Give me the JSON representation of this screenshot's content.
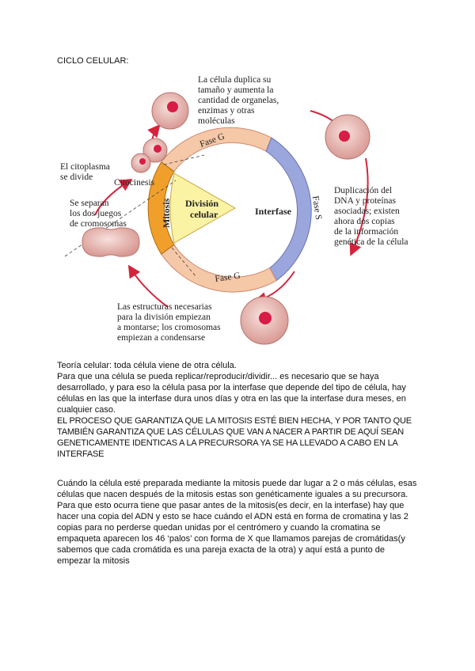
{
  "title": "CICLO CELULAR:",
  "diagram": {
    "labels": {
      "duplica": [
        "La célula duplica su",
        "tamaño y aumenta la",
        "cantidad de organelas,",
        "enzimas y otras",
        "moléculas"
      ],
      "citoplasma": [
        "El citoplasma",
        "se divide"
      ],
      "citocinesis": "Citocinesis",
      "separan": [
        "Se separan",
        "los dos juegos",
        "de cromosomas"
      ],
      "division": [
        "División",
        "celular"
      ],
      "mitosis": "Mitosis",
      "interfase": "Interfase",
      "fase_g_top": "Fase G",
      "fase_s": "Fase S",
      "fase_g_bottom": "Fase G",
      "duplicacion": [
        "Duplicación del",
        "DNA y proteínas",
        "asociadas; existen",
        "ahora dos copias",
        "de la información",
        "genética de la célula"
      ],
      "estructuras": [
        "Las estructuras necesarias",
        "para la división empiezan",
        "a montarse; los cromosomas",
        "empiezan a condensarse"
      ]
    }
  },
  "paragraphs": {
    "teoria": "Teoría celular: toda célula viene de otra célula.",
    "replicar": "Para que una célula se pueda replicar/reproducir/dividir...  es necesario que se haya desarrollado, y para eso la célula pasa por la interfase que depende del tipo de célula, hay células en las que la interfase dura unos días y otra en las que la interfase dura meses, en cualquier caso.",
    "caps": "EL PROCESO QUE GARANTIZA QUE LA MITOSIS ESTÉ BIEN HECHA, Y POR TANTO QUE TAMBIÉN GARANTIZA QUE LAS CÉLULAS QUE VAN A NACER A PARTIR DE AQUÍ SEAN GENETICAMENTE IDENTICAS A LA PRECURSORA YA SE HA LLEVADO A CABO EN LA INTERFASE",
    "mitosis": "Cuándo la célula esté preparada mediante la mitosis puede dar lugar a 2 o más células, esas células que nacen después de la mitosis estas son genéticamente iguales a su precursora. Para que esto ocurra tiene que pasar antes de la mitosis(es decir, en la interfase) hay que hacer una copia del ADN y esto se hace cuándo el ADN está en forma de cromatina y las 2 copias para no perderse quedan unidas por el centrómero y cuando la cromatina se empaqueta aparecen los 46 ‘palos’ con forma de X que llamamos parejas de cromátidas(y sabemos que cada cromátida es una pareja exacta de la otra) y aquí está a punto de empezar la mitosis"
  },
  "colors": {
    "fase_g": "#f5c8a8",
    "fase_s": "#9aa6dc",
    "mitosis": "#f0a02a",
    "division": "#fbf3a4",
    "arrow": "#d6233c",
    "cell": "#e8b3ae",
    "nucleus": "#d81c45"
  }
}
